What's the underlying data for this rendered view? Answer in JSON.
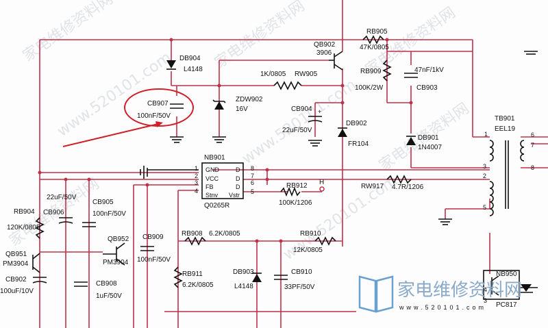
{
  "watermarks": {
    "text_a": "家电维修资料网",
    "text_b": "www.520101.com",
    "logo_text": "家电维修资料网",
    "logo_url": "www.520101.com"
  },
  "ic": {
    "ref": "NB901",
    "part": "Q0265R",
    "pins_left": [
      {
        "num": "1",
        "name": "GND"
      },
      {
        "num": "2",
        "name": "VCC"
      },
      {
        "num": "3",
        "name": "FB"
      },
      {
        "num": "4",
        "name": "Stnv"
      }
    ],
    "pins_right": [
      {
        "num": "8",
        "name": "D"
      },
      {
        "num": "7",
        "name": "D"
      },
      {
        "num": "6",
        "name": "D"
      },
      {
        "num": "5",
        "name": "Vstr"
      }
    ]
  },
  "transformer": {
    "ref": "TB901",
    "part": "EEL19",
    "pins": [
      "1",
      "2",
      "3",
      "5",
      "6",
      "7",
      "8"
    ]
  },
  "labels": {
    "db904_ref": "DB904",
    "db904_val": "L4148",
    "qb902_ref": "QB902",
    "qb902_val": "3906",
    "rb905_ref": "RB905",
    "rb905_val": "47K/0805",
    "rw905_val": "1K/0805",
    "rw905_ref": "RW905",
    "zdw902_ref": "ZDW902",
    "zdw902_val": "16V",
    "cb907_ref": "CB907",
    "cb907_val": "100nF/50V",
    "cb904_ref": "CB904",
    "cb904_val": "22uF/50V",
    "db902_ref": "DB902",
    "db902_val": "FR104",
    "rb909_ref": "RB909",
    "rb909_val": "100K/2W",
    "cb903_val": "47nF/1kV",
    "cb903_ref": "CB903",
    "db901_ref": "DB901",
    "db901_val": "1N4007",
    "rb912_ref": "RB912",
    "rb912_val": "100K/1206",
    "h_label": "H",
    "rw917_ref": "RW917",
    "rw917_val": "4.7R/1206",
    "rb904_ref": "RB904",
    "rb904_val": "120K/0805",
    "cb906_val": "22uF/50V",
    "cb906_ref": "CB906",
    "cb905_ref": "CB905",
    "cb905_val": "100nF/50V",
    "qb952_ref": "QB952",
    "qb952_val": "PM3904",
    "cb909_ref": "CB909",
    "cb909_val": "100nF/50V",
    "qb951_ref": "QB951",
    "qb951_val": "PM3904",
    "cb902_ref": "CB902",
    "cb902_val": "100uF/10V",
    "cb908_ref": "CB908",
    "cb908_val": "1uF/50V",
    "rb908_ref": "RB908",
    "rb908_val": "6.2K/0805",
    "rb910_ref": "RB910",
    "rb910_val": "12K/0805",
    "rb911_ref": "RB911",
    "rb911_val": "6.2K/0805",
    "db903_ref": "DB903",
    "db903_val": "L4148",
    "cb910_ref": "CB910",
    "cb910_val": "33PF/50V",
    "nb950_ref": "NB950",
    "nb950_val": "PC817",
    "pc_pin4": "4",
    "pc_pin3": "3"
  },
  "colors": {
    "wire": "#c0304a",
    "highlight": "#d0202a",
    "component": "#111111"
  }
}
